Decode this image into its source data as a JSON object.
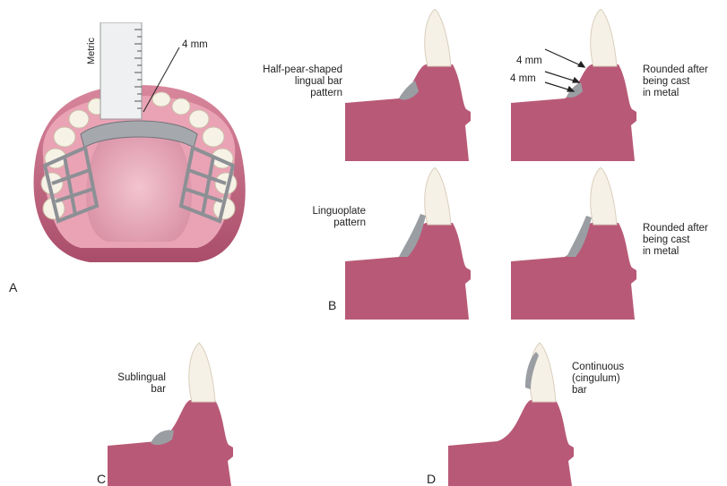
{
  "colors": {
    "gum": "#b85a77",
    "gum_dark": "#8f3f5c",
    "tooth": "#f6f1e6",
    "tooth_shade": "#d9cfbd",
    "metal": "#9a9ea3",
    "metal_light": "#c9ccd0",
    "palate": "#e7a5b6"
  },
  "panel_a": {
    "letter": "A",
    "ruler_text": "Metric",
    "measure_label": "4 mm"
  },
  "panel_b": {
    "letter": "B",
    "half_pear_label": [
      "Half-pear-shaped",
      "lingual bar",
      "pattern"
    ],
    "rounded_label_1": [
      "Rounded after",
      "being cast",
      "in metal"
    ],
    "measure_1": "4 mm",
    "measure_2": "4 mm",
    "linguoplate_label": [
      "Linguoplate",
      "pattern"
    ],
    "rounded_label_2": [
      "Rounded after",
      "being cast",
      "in metal"
    ]
  },
  "panel_c": {
    "letter": "C",
    "sublingual_label": [
      "Sublingual",
      "bar"
    ]
  },
  "panel_d": {
    "letter": "D",
    "continuous_label": [
      "Continuous",
      "(cingulum)",
      "bar"
    ]
  }
}
